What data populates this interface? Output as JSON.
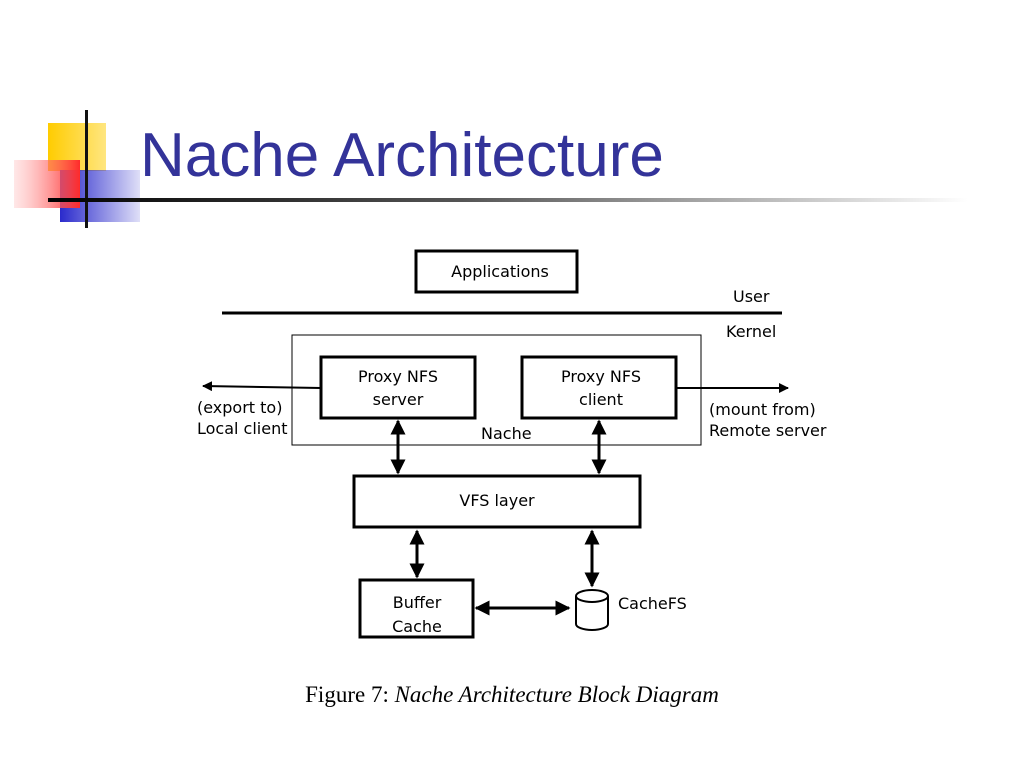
{
  "slide": {
    "title": "Nache Architecture"
  },
  "diagram": {
    "applications": "Applications",
    "user_label": "User",
    "kernel_label": "Kernel",
    "proxy_server_line1": "Proxy NFS",
    "proxy_server_line2": "server",
    "proxy_client_line1": "Proxy NFS",
    "proxy_client_line2": "client",
    "nache_label": "Nache",
    "export_line1": "(export to)",
    "export_line2": "Local client",
    "mount_line1": "(mount from)",
    "mount_line2": "Remote server",
    "vfs_layer": "VFS layer",
    "buffer_line1": "Buffer",
    "buffer_line2": "Cache",
    "cachefs": "CacheFS"
  },
  "caption": {
    "prefix": "Figure 7: ",
    "title": "Nache Architecture Block Diagram"
  },
  "theme": {
    "title_color": "#333399",
    "accent_yellow": "#ffcc00",
    "accent_red": "#ff3333",
    "accent_blue": "#3333cc"
  }
}
